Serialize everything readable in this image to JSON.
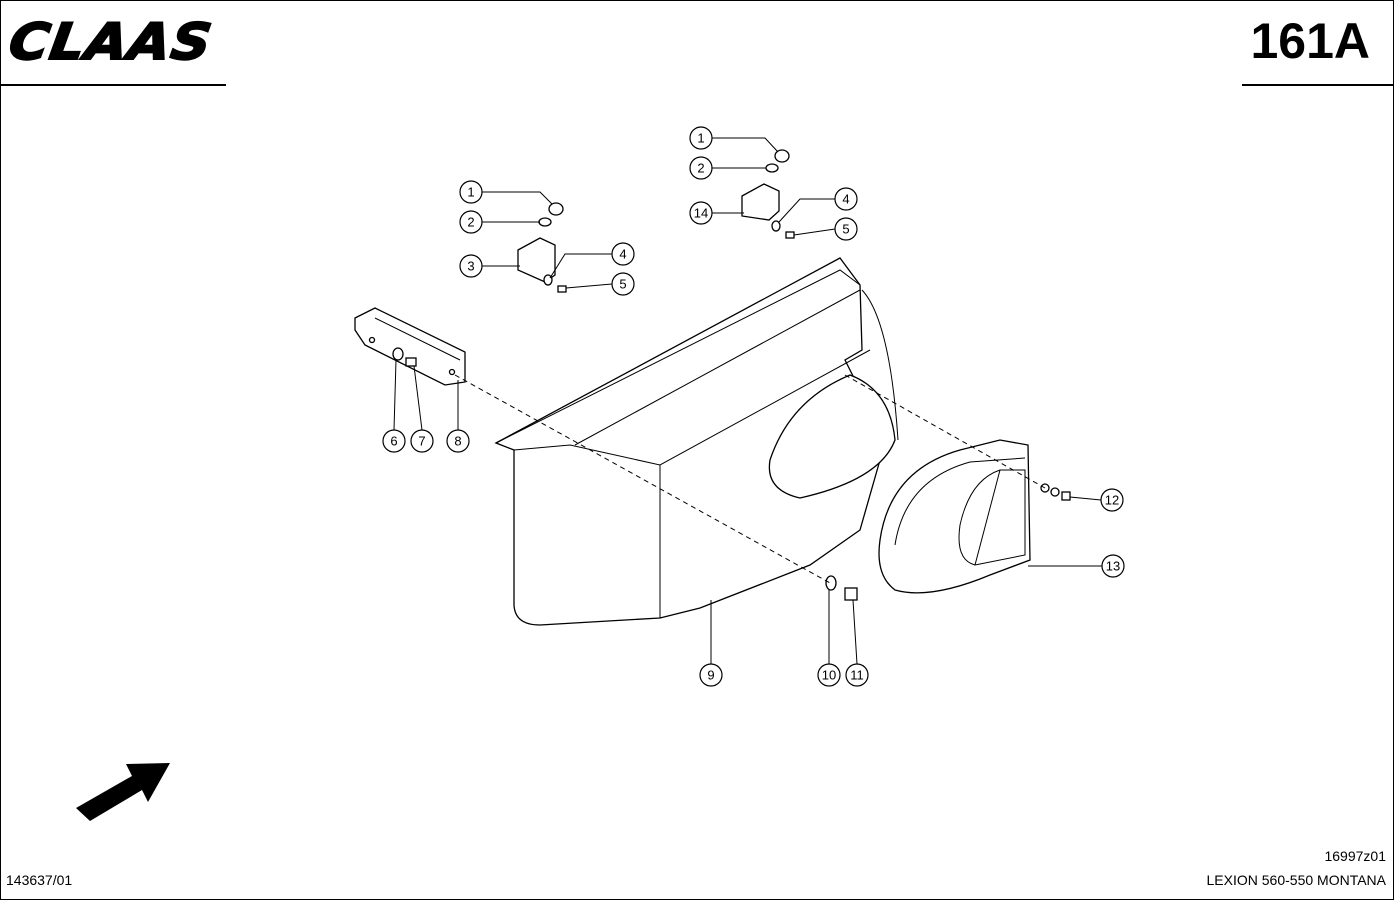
{
  "header": {
    "brand": "CLAAS",
    "page_number": "161A"
  },
  "footer": {
    "doc_number": "143637/01",
    "drawing_id": "16997z01",
    "model": "LEXION 560-550 MONTANA"
  },
  "callouts": [
    "1",
    "2",
    "3",
    "4",
    "5",
    "1",
    "2",
    "14",
    "4",
    "5",
    "6",
    "7",
    "8",
    "9",
    "10",
    "11",
    "12",
    "13"
  ],
  "icons": {
    "direction_arrow": "arrow-up-right-icon"
  }
}
